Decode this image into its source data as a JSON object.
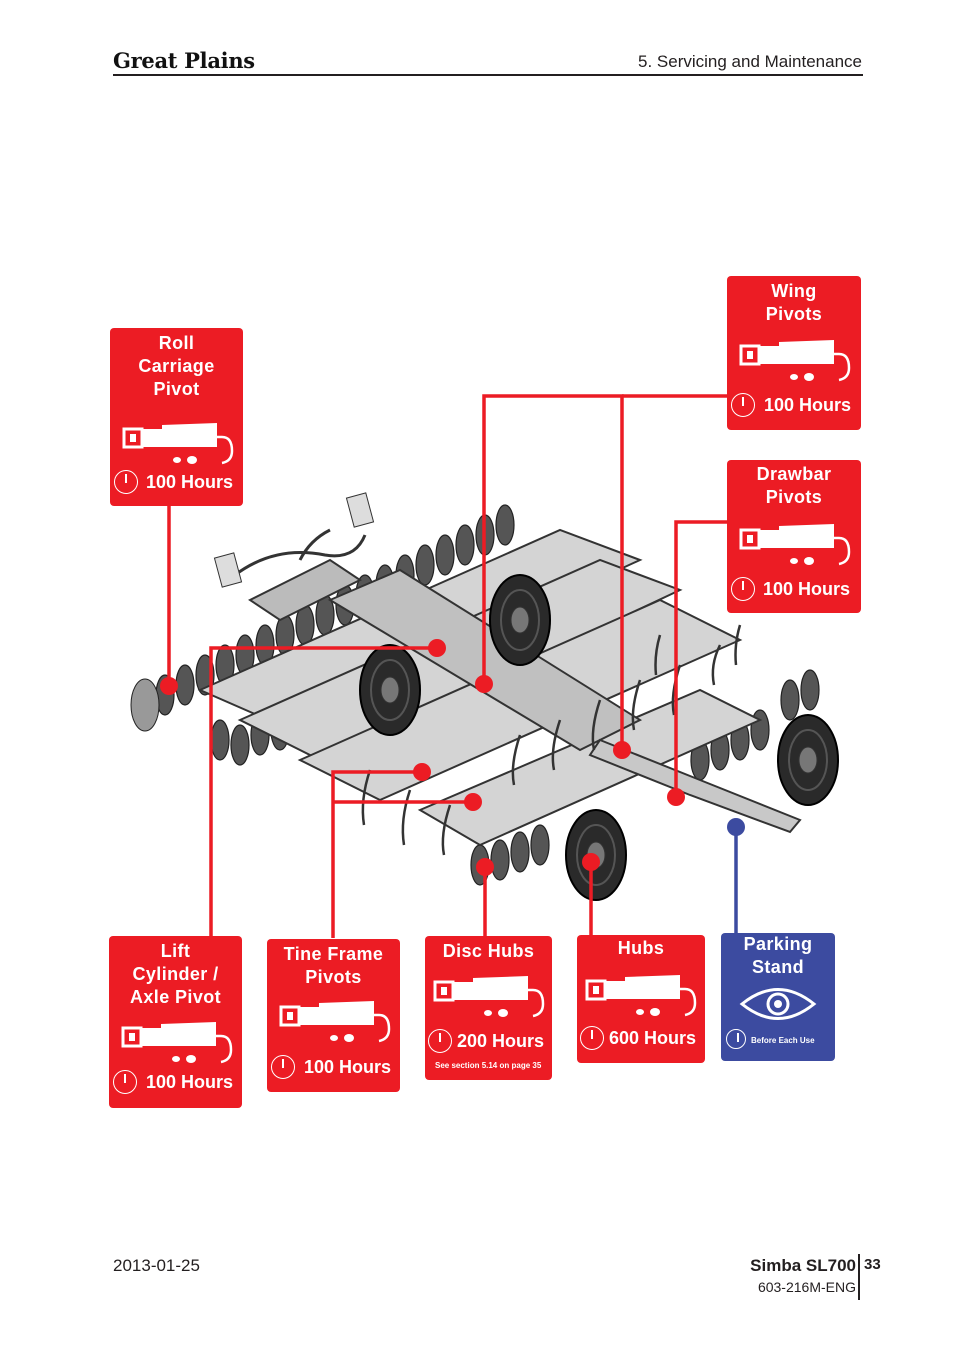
{
  "header": {
    "brand": "Great Plains",
    "section": "5. Servicing and Maintenance"
  },
  "cards": {
    "roll": {
      "title": "Roll\nCarriage\nPivot",
      "hours": "100 Hours",
      "color": "#ec1c24"
    },
    "wing": {
      "title": "Wing\nPivots",
      "hours": "100 Hours",
      "color": "#ec1c24"
    },
    "drawbar": {
      "title": "Drawbar\nPivots",
      "hours": "100 Hours",
      "color": "#ec1c24"
    },
    "lift": {
      "title": "Lift\nCylinder /\nAxle Pivot",
      "hours": "100 Hours",
      "color": "#ec1c24"
    },
    "tine": {
      "title": "Tine Frame\nPivots",
      "hours": "100 Hours",
      "color": "#ec1c24"
    },
    "disc": {
      "title": "Disc Hubs",
      "hours": "200 Hours",
      "note": "See section 5.14 on page 35",
      "color": "#ec1c24"
    },
    "hubs": {
      "title": "Hubs",
      "hours": "600 Hours",
      "color": "#ec1c24"
    },
    "parking": {
      "title": "Parking\nStand",
      "note": "Before Each Use",
      "color": "#3c4ba0"
    }
  },
  "icons": {
    "grease": "grease-gun-icon",
    "clock": "clock-icon",
    "eye": "eye-icon"
  },
  "footer": {
    "date": "2013-01-25",
    "model": "Simba SL700",
    "page": "33",
    "doc_number": "603-216M-ENG"
  }
}
